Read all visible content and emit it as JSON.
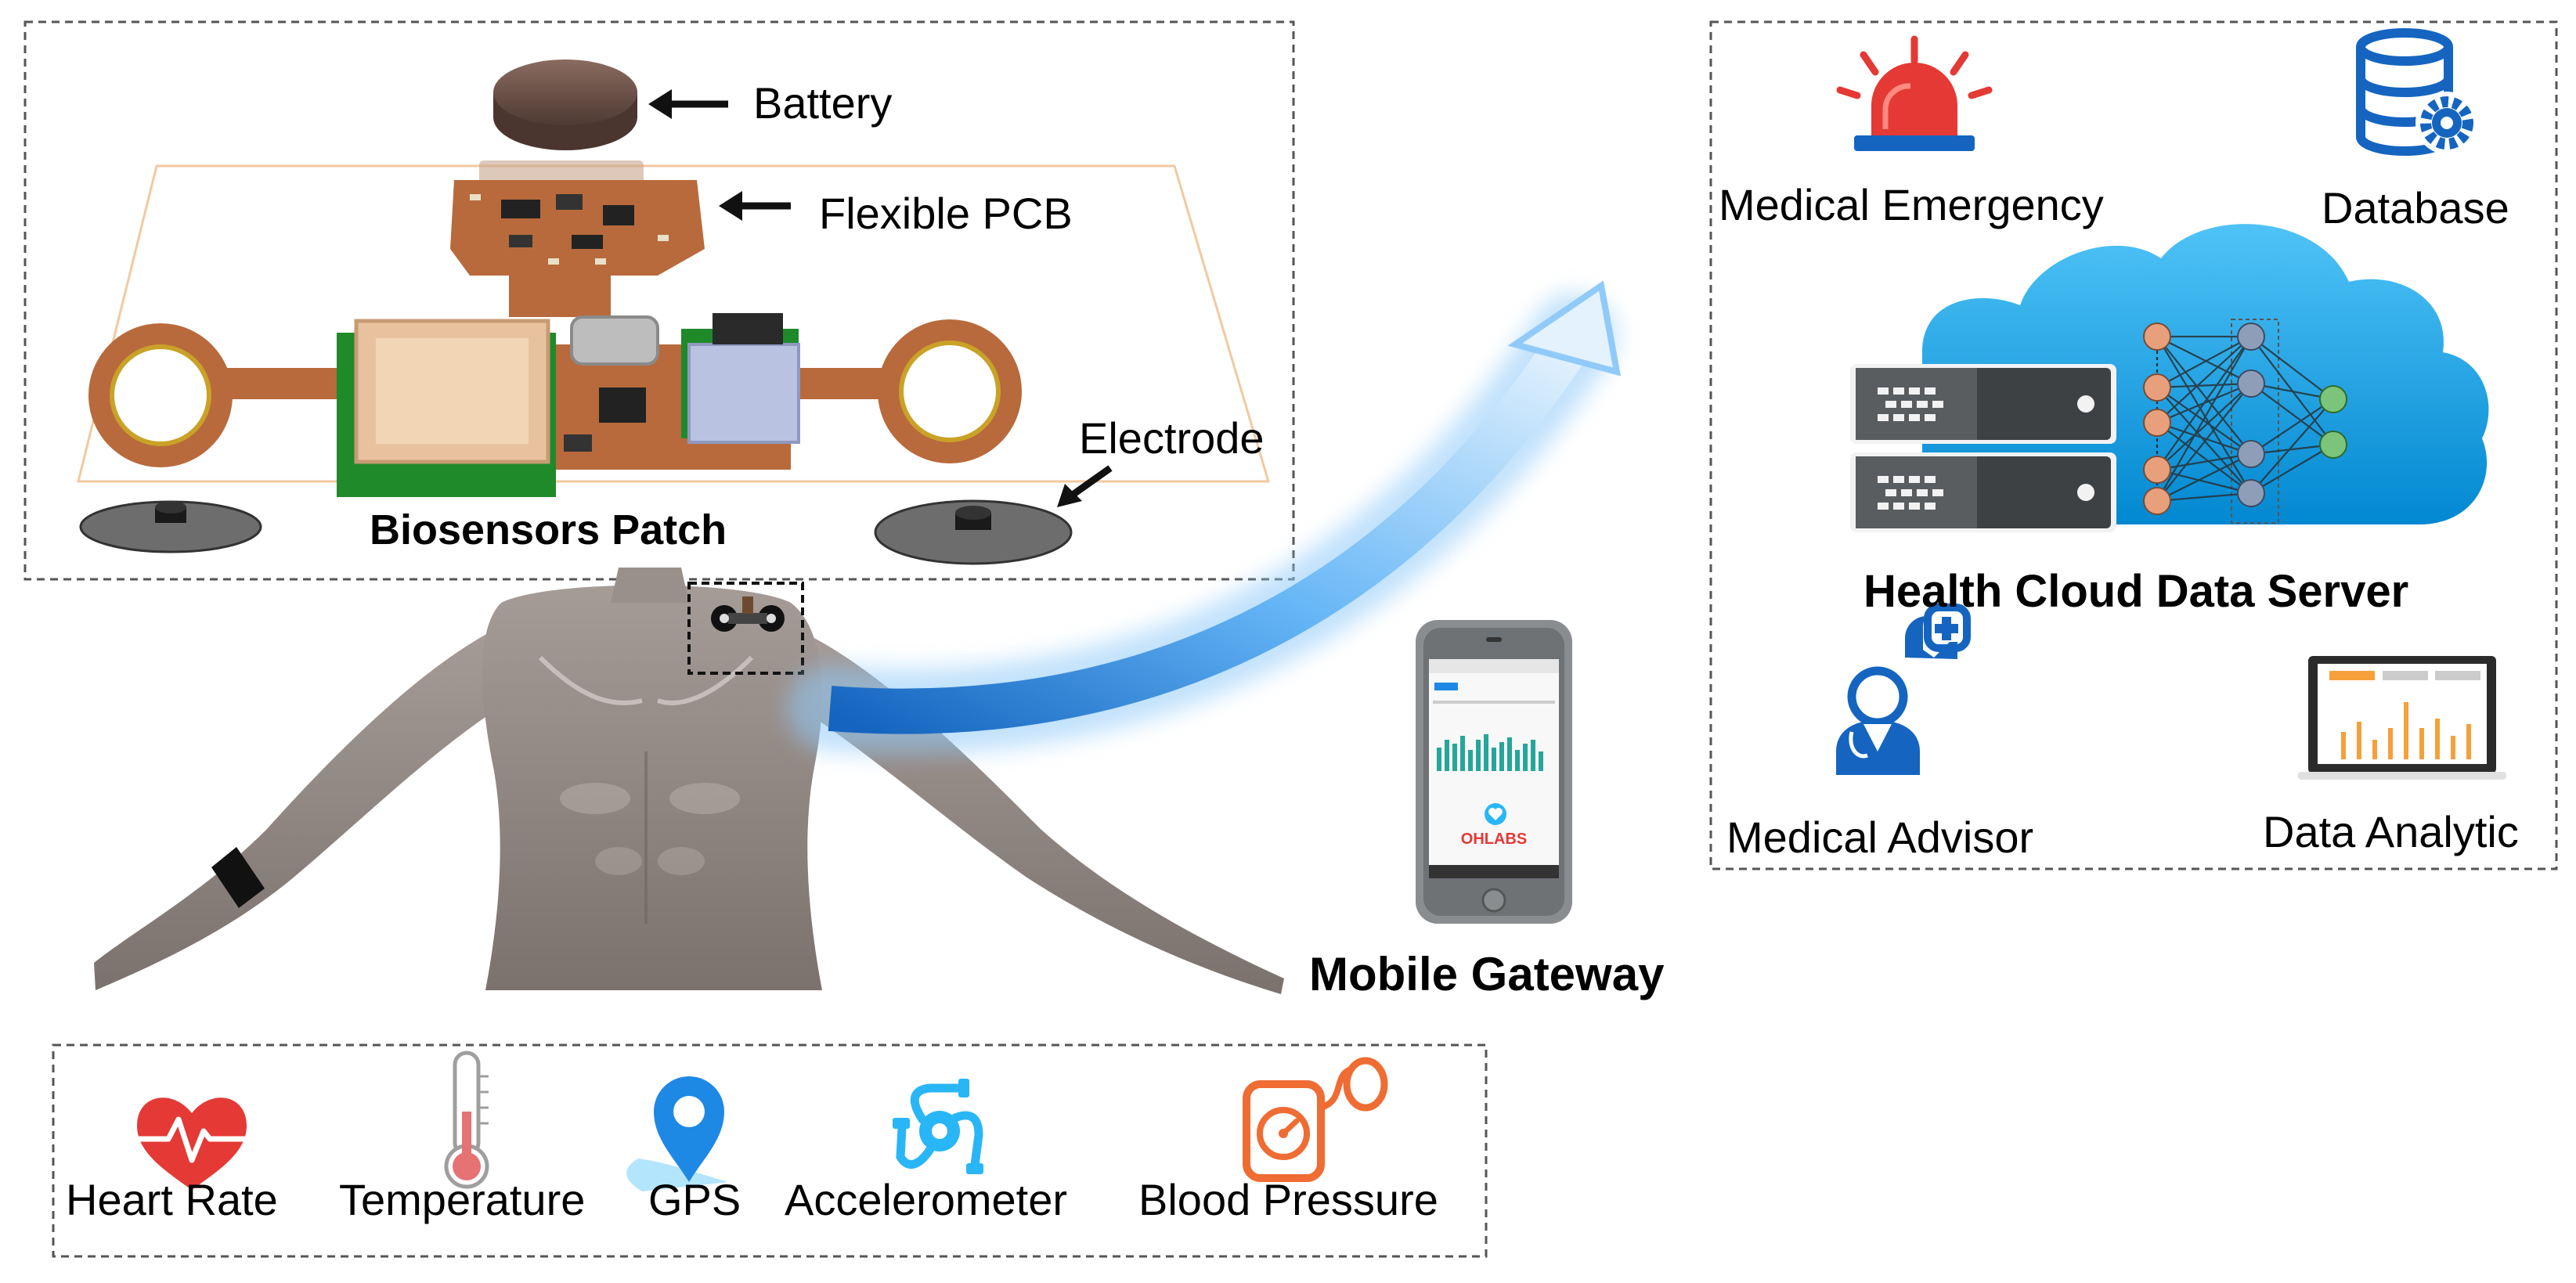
{
  "patch": {
    "battery_label": "Battery",
    "pcb_label": "Flexible PCB",
    "electrode_label": "Electrode",
    "title": "Biosensors Patch"
  },
  "gateway": {
    "title": "Mobile Gateway",
    "phone_brand": "OHLABS"
  },
  "cloud": {
    "emergency_label": "Medical Emergency",
    "database_label": "Database",
    "title": "Health Cloud Data Server",
    "advisor_label": "Medical Advisor",
    "analytic_label": "Data Analytic"
  },
  "sensors": [
    {
      "label": "Heart Rate",
      "icon": "heart-rate-icon"
    },
    {
      "label": "Temperature",
      "icon": "thermometer-icon"
    },
    {
      "label": "GPS",
      "icon": "gps-pin-icon"
    },
    {
      "label": "Accelerometer",
      "icon": "accelerometer-icon"
    },
    {
      "label": "Blood Pressure",
      "icon": "blood-pressure-icon"
    }
  ],
  "colors": {
    "pcb_copper": "#b86a3c",
    "pcb_green": "#1f8a2a",
    "arrow_blue": "#1e88e5",
    "cloud_blue": "#29b6f6",
    "siren_red": "#e53935",
    "icon_navy": "#1565c0",
    "chart_orange": "#f5a03a",
    "heart_red": "#e53935",
    "skin_gray": "#8f8581"
  }
}
